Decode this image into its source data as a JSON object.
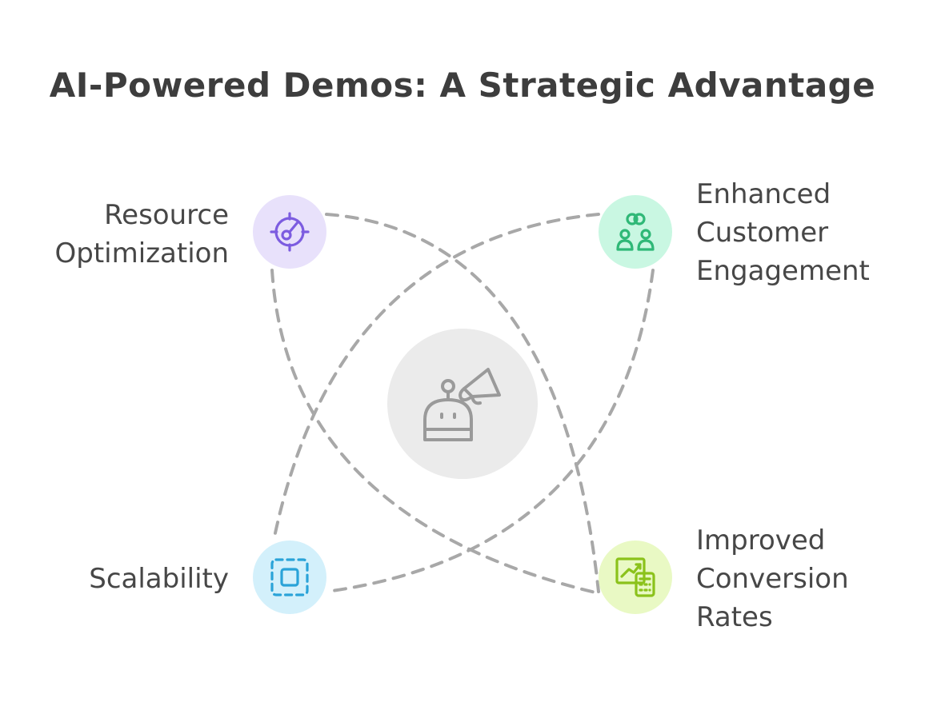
{
  "title": "AI-Powered Demos: A Strategic Advantage",
  "center": {
    "icon": "robot-megaphone-icon",
    "fill": "#ebebeb",
    "stroke": "#9a9a9a"
  },
  "nodes": [
    {
      "id": "resource-optimization",
      "lines": [
        "Resource",
        "Optimization"
      ],
      "icon": "target-gauge-icon",
      "fill": "#e8e1fb",
      "color": "#7c5ce0"
    },
    {
      "id": "enhanced-customer-engagement",
      "lines": [
        "Enhanced",
        "Customer",
        "Engagement"
      ],
      "icon": "people-linked-icon",
      "fill": "#c9f7e2",
      "color": "#2fb877"
    },
    {
      "id": "scalability",
      "lines": [
        "Scalability"
      ],
      "icon": "scale-frame-icon",
      "fill": "#d3f0fb",
      "color": "#2aa3d8"
    },
    {
      "id": "improved-conversion-rates",
      "lines": [
        "Improved",
        "Conversion",
        "Rates"
      ],
      "icon": "chart-calculator-icon",
      "fill": "#e9f9c4",
      "color": "#8bc21b"
    }
  ],
  "connector_color": "#a8a8a8"
}
